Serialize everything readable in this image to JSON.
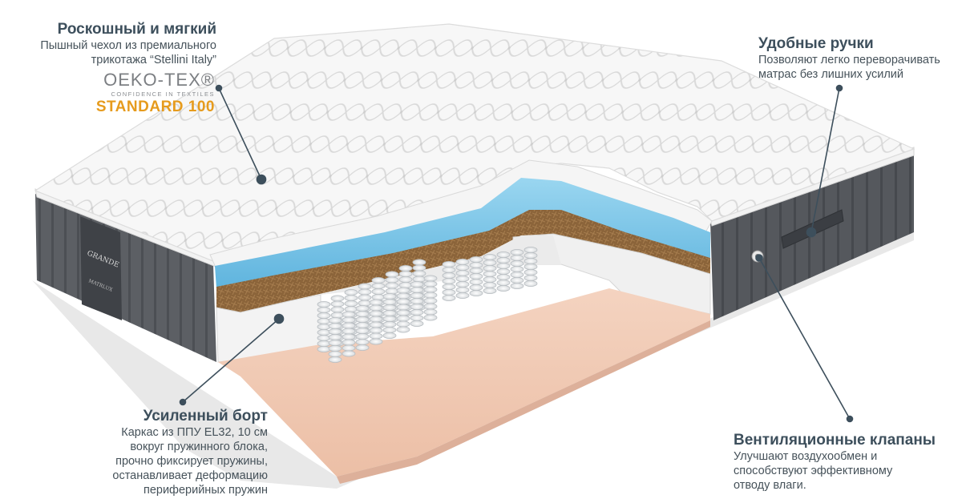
{
  "annotations": {
    "luxury": {
      "title": "Роскошный и мягкий",
      "text": "Пышный чехол из премиального\nтрикотажа “Stellini Italy”"
    },
    "handles": {
      "title": "Удобные ручки",
      "text": "Позволяют легко переворачивать\nматрас без лишних усилий"
    },
    "border": {
      "title": "Усиленный борт",
      "text": "Каркас из ППУ EL32, 10 см\nвокруг пружинного блока,\nпрочно фиксирует пружины,\nостанавливает деформацию\nпериферийных пружин"
    },
    "vents": {
      "title": "Вентиляционные клапаны",
      "text": "Улучшают воздухообмен и\nспособствуют эффективному\nотводу влаги."
    }
  },
  "certification": {
    "brand": "OEKO-TEX®",
    "tagline": "CONFIDENCE IN TEXTILES",
    "standard": "STANDARD 100"
  },
  "mattress_label": {
    "brand": "GRANDE",
    "maker": "MATRLUX"
  },
  "colors": {
    "accent_orange": "#e69b1d",
    "pointer": "#3d4f5c",
    "foam_blue": "#7ec6e6",
    "coconut": "#8a6238",
    "base_latex": "#f1c9b3",
    "side_panel": "#5a5d62"
  }
}
